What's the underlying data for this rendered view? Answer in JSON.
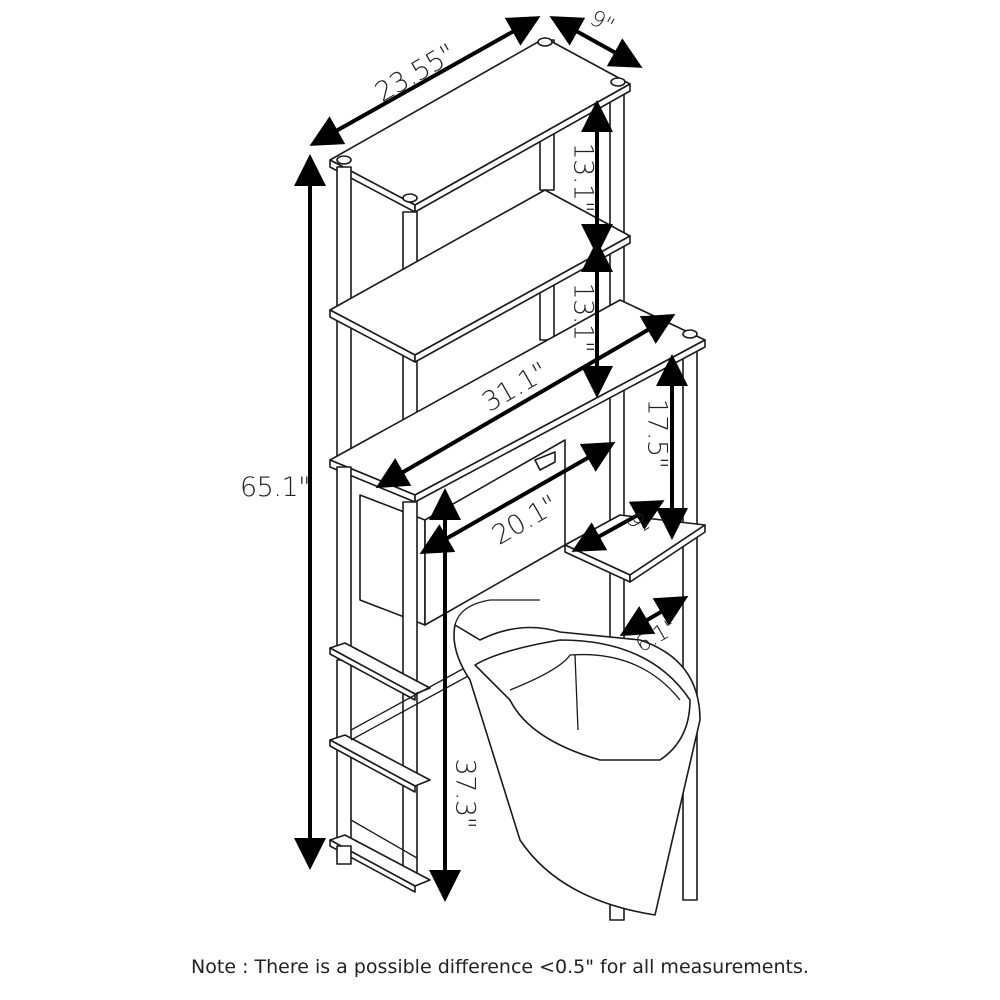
{
  "diagram": {
    "subject": "over-the-toilet bathroom shelf dimensions",
    "dimensions": {
      "top_width": "23.55\"",
      "top_depth": "9\"",
      "shelf_gap_upper": "13.1\"",
      "shelf_gap_middle": "13.1\"",
      "middle_shelf_width": "31.1\"",
      "overall_height": "65.1\"",
      "right_shelf_gap": "17.5\"",
      "inner_clearance_width": "20.1\"",
      "side_shelf_depth": "9\"",
      "side_leg_spacing": "6.1\"",
      "toilet_clearance_height": "37.3\""
    },
    "note": "Note : There is a possible difference <0.5\" for all measurements."
  },
  "colors": {
    "line": "#1a1a1a",
    "arrow": "#000000",
    "background": "#ffffff"
  }
}
